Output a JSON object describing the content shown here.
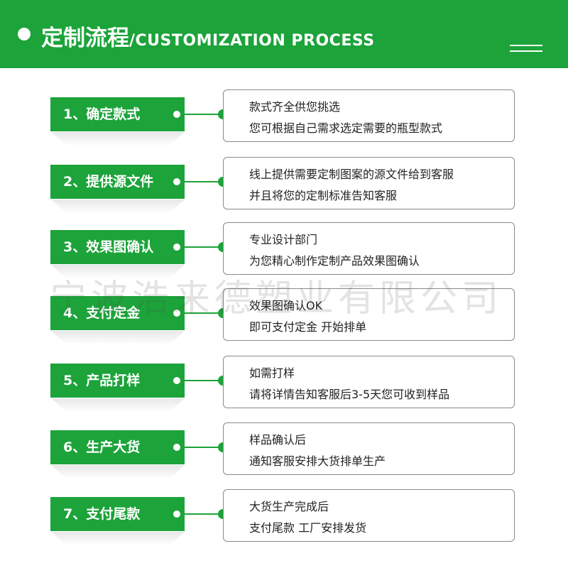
{
  "header": {
    "title_cn": "定制流程",
    "title_en": "/CUSTOMIZATION PROCESS"
  },
  "steps": [
    {
      "label": "1、确定款式",
      "line1": "款式齐全供您挑选",
      "line2": "您可根据自己需求选定需要的瓶型款式"
    },
    {
      "label": "2、提供源文件",
      "line1": "线上提供需要定制图案的源文件给到客服",
      "line2": "并且将您的定制标准告知客服"
    },
    {
      "label": "3、效果图确认",
      "line1": "专业设计部门",
      "line2": "为您精心制作定制产品效果图确认"
    },
    {
      "label": "4、支付定金",
      "line1": "效果图确认OK",
      "line2": "即可支付定金 开始排单"
    },
    {
      "label": "5、产品打样",
      "line1": "如需打样",
      "line2": "请将详情告知客服后3-5天您可收到样品"
    },
    {
      "label": "6、生产大货",
      "line1": "样品确认后",
      "line2": "通知客服安排大货排单生产"
    },
    {
      "label": "7、支付尾款",
      "line1": "大货生产完成后",
      "line2": "支付尾款 工厂安排发货"
    }
  ],
  "watermark": "宁波浩来德塑业有限公司",
  "colors": {
    "accent": "#1ca33a",
    "border": "#8a8a8a",
    "text": "#222222"
  }
}
